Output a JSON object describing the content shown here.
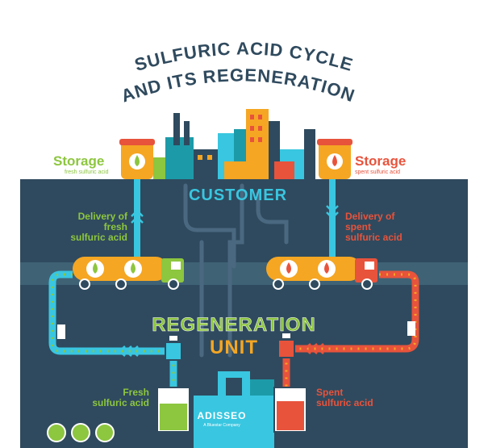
{
  "title": {
    "line1": "SULFURIC ACID CYCLE",
    "line2": "AND ITS REGENERATION"
  },
  "storage_left": {
    "label": "Storage",
    "sub": "fresh sulfuric acid"
  },
  "storage_right": {
    "label": "Storage",
    "sub": "spent sulfuric acid"
  },
  "customer": "CUSTOMER",
  "delivery_fresh": {
    "line1": "Delivery of",
    "line2": "fresh",
    "line3": "sulfuric acid"
  },
  "delivery_spent": {
    "line1": "Delivery of",
    "line2": "spent",
    "line3": "sulfuric acid"
  },
  "regeneration": {
    "word1": "REGENERATION",
    "word2": "UNIT"
  },
  "fresh_tank": {
    "line1": "Fresh",
    "line2": "sulfuric acid"
  },
  "spent_tank": {
    "line1": "Spent",
    "line2": "sulfuric acid"
  },
  "brand": {
    "name": "ADISSEO",
    "tagline": "A Bluestar Company"
  },
  "colors": {
    "panel": "#2f4a5e",
    "green": "#8dc63f",
    "red": "#e8533c",
    "cyan": "#39c6e0",
    "teal": "#1d9aa8",
    "orange": "#f5a623",
    "title": "#2f4a5e"
  }
}
